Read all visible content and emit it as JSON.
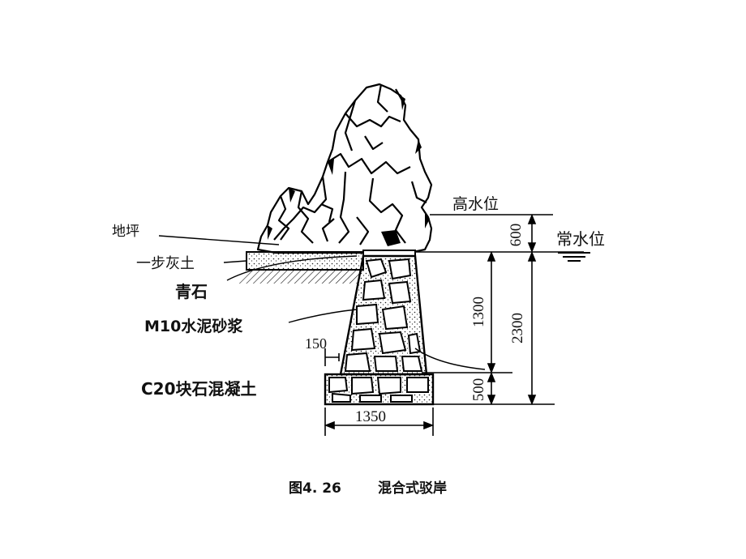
{
  "labels": {
    "high_water": "高水位",
    "normal_water": "常水位",
    "ground": "地坪",
    "lime_soil": "一步灰土",
    "bluestone": "青石",
    "mortar": "M10水泥砂浆",
    "concrete": "C20块石混凝土"
  },
  "dimensions": {
    "d600": "600",
    "d1300": "1300",
    "d2300": "2300",
    "d500": "500",
    "d150": "150",
    "d1350": "1350"
  },
  "caption": {
    "number": "图4. 26",
    "title": "混合式驳岸"
  }
}
